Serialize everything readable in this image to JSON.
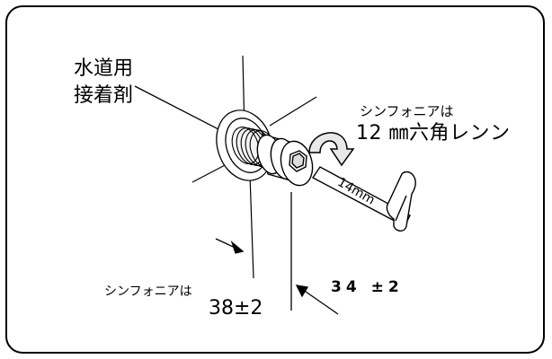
{
  "labels": {
    "adhesive_line1": "水道用",
    "adhesive_line2": "接着剤",
    "wrench_note": "シンフォニアは",
    "wrench_size": "12 ㎜六角レンン",
    "key_size": "14mm",
    "left_note": "シンフォニアは",
    "left_dimension": "38±2",
    "right_dimension": "34 ±2"
  },
  "colors": {
    "line": "#000000",
    "background": "#ffffff"
  }
}
